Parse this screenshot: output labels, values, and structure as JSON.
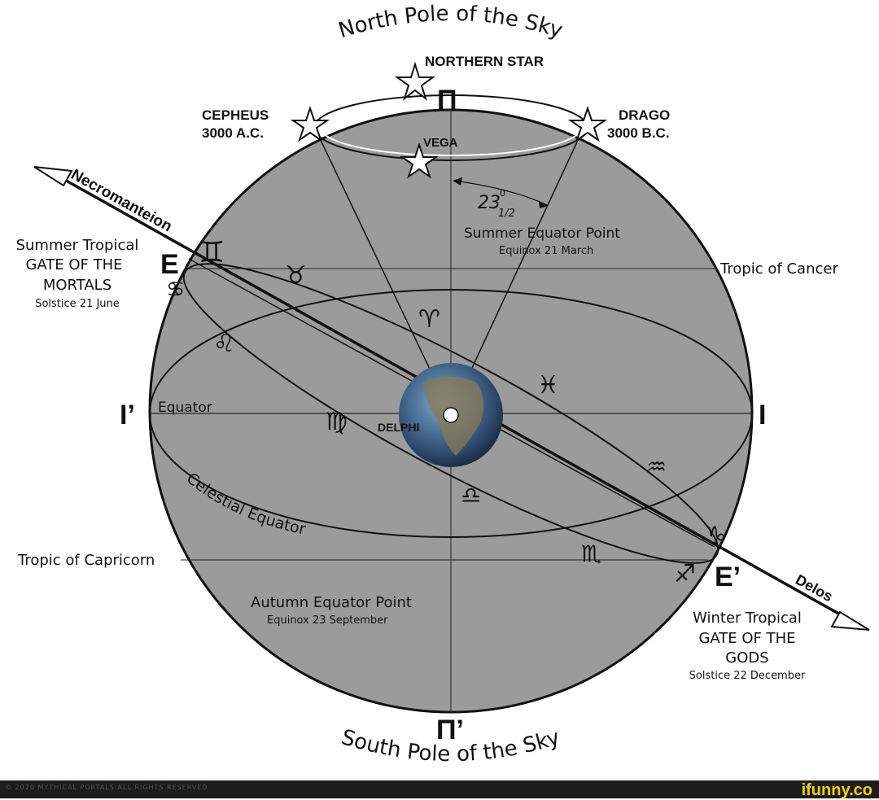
{
  "title_top": "North Pole of the Sky",
  "title_bottom": "South Pole of the Sky",
  "stars": {
    "northern": "NORTHERN STAR",
    "cepheus_name": "CEPHEUS",
    "cepheus_date": "3000 A.C.",
    "drago_name": "DRAGO",
    "drago_date": "3000 B.C.",
    "vega": "VEGA"
  },
  "poles": {
    "north": "Π",
    "south": "Π’"
  },
  "axis": {
    "left": "Necromanteion",
    "right": "Delos"
  },
  "angle": {
    "main": "23",
    "sup": "0",
    "sub": "1/2"
  },
  "summer_equator": {
    "title": "Summer Equator Point",
    "sub": "Equinox 21 March"
  },
  "autumn_equator": {
    "title": "Autumn Equator Point",
    "sub": "Equinox 23 September"
  },
  "summer_tropical": {
    "l1": "Summer Tropical",
    "l2": "GATE OF THE",
    "l3": "MORTALS",
    "l4": "Solstice 21 June"
  },
  "winter_tropical": {
    "l1": "Winter Tropical",
    "l2": "GATE OF THE",
    "l3": "GODS",
    "l4": "Solstice 22 December"
  },
  "tropic_cancer": "Tropic of Cancer",
  "tropic_capricorn": "Tropic of Capricorn",
  "equator": "Equator",
  "celestial_equator": "Celestial Equator",
  "delphi": "DELPHI",
  "points": {
    "E": "E",
    "E_prime": "E’",
    "I": "I",
    "I_prime": "I’"
  },
  "zodiac": {
    "gemini": "♊",
    "taurus": "♉",
    "cancer": "♋",
    "aries": "♈",
    "leo": "♌",
    "pisces": "♓",
    "virgo": "♍",
    "aquarius": "♒",
    "libra": "♎",
    "scorpio": "♏",
    "capricorn": "♑",
    "sagittarius": "♐"
  },
  "footer": {
    "text": "© 2020 MYTHICAL PORTALS ALL RIGHTS RESERVED",
    "watermark": "ifunny.co"
  },
  "colors": {
    "sphere": "#9b9b9b",
    "ink": "#111111",
    "footer": "#1c1c1c",
    "watermark": "#f5d000"
  }
}
